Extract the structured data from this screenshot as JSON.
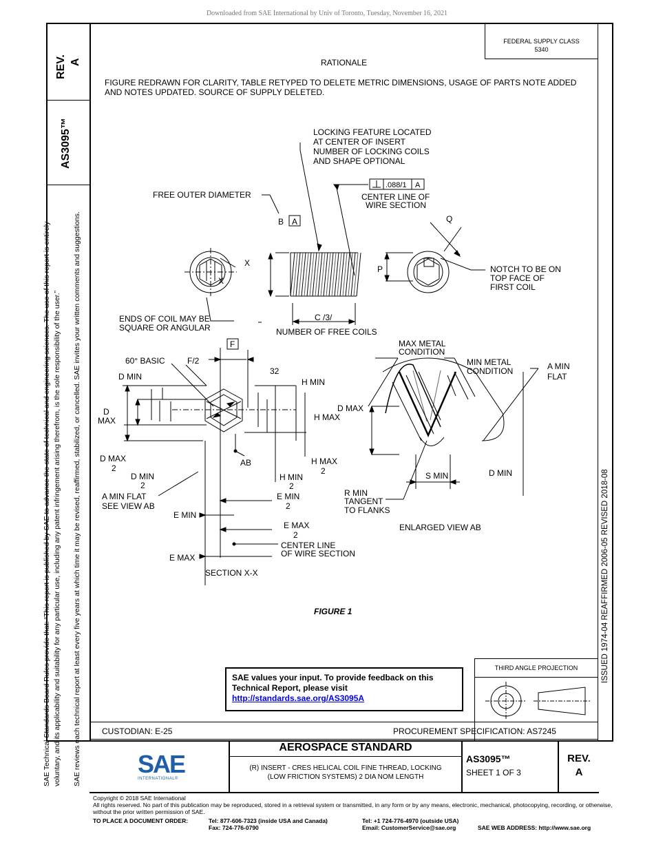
{
  "header": {
    "download_note": "Downloaded from SAE International by Univ of Toronto, Tuesday, November 16, 2021"
  },
  "side_block": {
    "rev_label": "REV.",
    "rev_value": "A",
    "doc_number": "AS3095™"
  },
  "federal_supply": {
    "line1": "FEDERAL SUPPLY CLASS",
    "line2": "5340"
  },
  "rationale": {
    "heading": "RATIONALE",
    "text": "FIGURE REDRAWN FOR CLARITY, TABLE RETYPED TO DELETE METRIC DIMENSIONS, USAGE OF PARTS NOTE ADDED AND NOTES UPDATED. SOURCE OF SUPPLY DELETED."
  },
  "legal_left": {
    "line1": "SAE Technical Standards Board Rules provide that: “This report is published by SAE to advance the state of technical and engineering sciences. The use of this report is entirely",
    "line2": "voluntary, and its applicability and suitability for any particular use, including any patent infringement arising therefrom, is the sole responsibility of the user.”",
    "line3": "SAE reviews each technical report at least every five years at which time it may be revised, reaffirmed, stabilized, or cancelled. SAE invites your written comments and suggestions."
  },
  "history_right": "ISSUED 1974-04     REAFFIRMED 2006-05     REVISED 2018-08",
  "drawing": {
    "locking_note": [
      "LOCKING FEATURE LOCATED",
      "AT CENTER OF INSERT",
      "NUMBER OF LOCKING COILS",
      "AND SHAPE OPTIONAL"
    ],
    "perp_tol": ".088/1",
    "datum_a": "A",
    "datum_b": "B",
    "center_line_wire": [
      "CENTER LINE OF",
      "WIRE SECTION"
    ],
    "free_outer_dia": "FREE OUTER DIAMETER",
    "q": "Q",
    "x": "X",
    "p": "P",
    "notch_note": [
      "NOTCH TO BE ON",
      "TOP FACE OF",
      "FIRST COIL"
    ],
    "ends_note": [
      "ENDS OF COIL MAY BE",
      "SQUARE OR ANGULAR"
    ],
    "c_label": "C /3/",
    "free_coils": "NUMBER OF FREE COILS",
    "f": "F",
    "basic_60": "60° BASIC",
    "f_half": "F/2",
    "d_min": "D MIN",
    "n32": "32",
    "h_min": "H MIN",
    "d": "D",
    "max": "MAX",
    "h_max": "H MAX",
    "d_max": "D MAX",
    "two": "2",
    "ab": "AB",
    "a_min_flat_see": [
      "A MIN FLAT",
      "SEE VIEW AB"
    ],
    "e_min": "E MIN",
    "e_max": "E MAX",
    "center_line_wire2": [
      "CENTER LINE",
      "OF WIRE SECTION"
    ],
    "section_xx": "SECTION X-X",
    "max_metal": [
      "MAX METAL",
      "CONDITION"
    ],
    "min_metal": [
      "MIN METAL",
      "CONDITION"
    ],
    "a_min_flat": [
      "A MIN",
      "FLAT"
    ],
    "s_min": "S MIN",
    "r_min": [
      "R MIN",
      "TANGENT",
      "TO FLANKS"
    ],
    "enlarged_view": "ENLARGED VIEW AB",
    "figure": "FIGURE 1"
  },
  "feedback": {
    "text": "SAE values your input. To provide feedback on this Technical Report, please visit",
    "link": "http://standards.sae.org/AS3095A"
  },
  "projection": {
    "label": "THIRD ANGLE PROJECTION"
  },
  "custodian": "CUSTODIAN: E-25",
  "procurement": "PROCUREMENT SPECIFICATION: AS7245",
  "title_block": {
    "logo_text": "SAE",
    "logo_sub": "INTERNATIONAL®",
    "standard": "AEROSPACE STANDARD",
    "desc1": "(R) INSERT - CRES HELICAL COIL FINE THREAD, LOCKING",
    "desc2": "(LOW FRICTION SYSTEMS) 2 DIA NOM LENGTH",
    "doc": "AS3095™",
    "sheet": "SHEET 1 OF 3",
    "rev_label": "REV.",
    "rev_value": "A"
  },
  "footer": {
    "copyright": "Copyright © 2018 SAE International",
    "rights": "All rights reserved. No part of this publication may be reproduced, stored in a retrieval system or transmitted, in any form or by any means, electronic, mechanical, photocopying, recording, or otherwise, without the prior written permission of SAE.",
    "order_label": "TO PLACE A DOCUMENT ORDER:",
    "tel_usa": "Tel: 877-606-7323 (inside USA and Canada)",
    "fax": "Fax: 724-776-0790",
    "tel_outside": "Tel: +1 724-776-4970 (outside USA)",
    "email": "Email: CustomerService@sae.org",
    "web": "SAE WEB ADDRESS: http://www.sae.org"
  }
}
